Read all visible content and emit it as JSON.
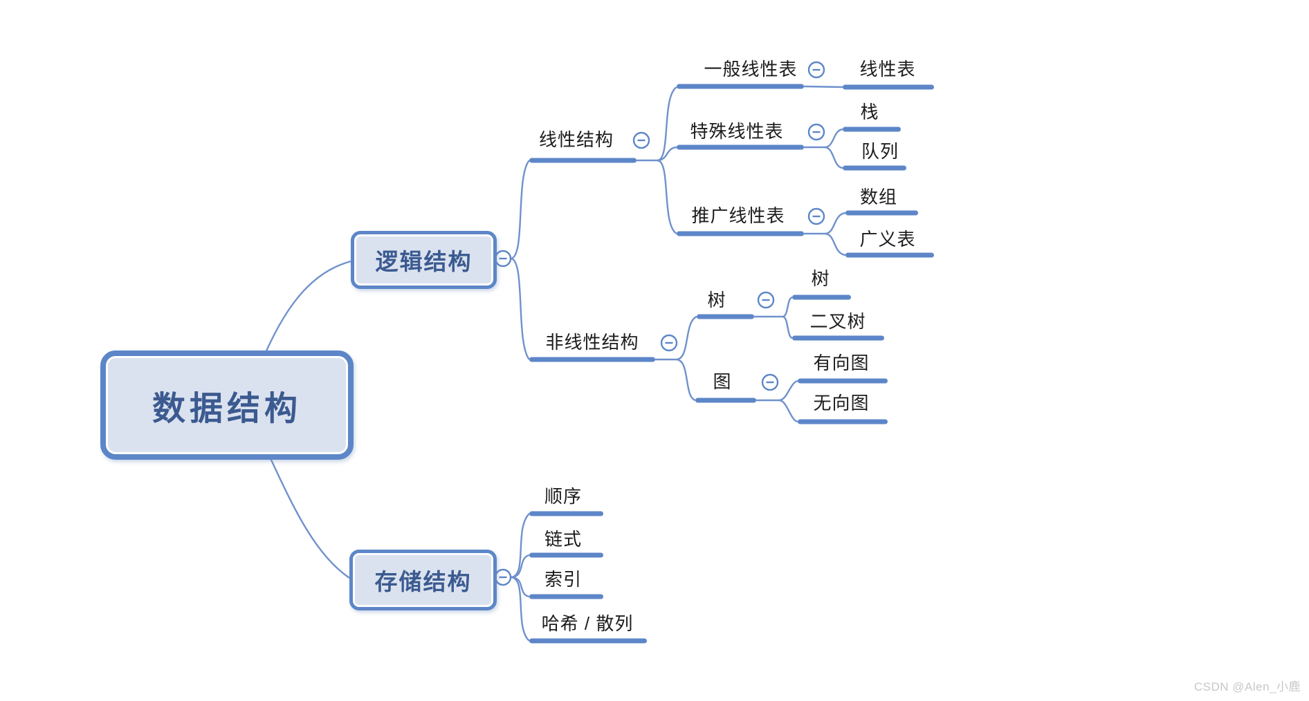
{
  "mindmap": {
    "nodes": {
      "root": {
        "label": "数据结构",
        "children": [
          "logical",
          "storage"
        ]
      },
      "logical": {
        "label": "逻辑结构",
        "children": [
          "linear",
          "nonlinear"
        ]
      },
      "storage": {
        "label": "存储结构",
        "children": [
          "sequential",
          "linked",
          "index",
          "hash"
        ]
      },
      "linear": {
        "label": "线性结构",
        "children": [
          "general_list",
          "special_list",
          "extended_list"
        ]
      },
      "nonlinear": {
        "label": "非线性结构",
        "children": [
          "tree_branch",
          "graph_branch"
        ]
      },
      "general_list": {
        "label": "一般线性表",
        "children": [
          "linear_list"
        ]
      },
      "special_list": {
        "label": "特殊线性表",
        "children": [
          "stack",
          "queue"
        ]
      },
      "extended_list": {
        "label": "推广线性表",
        "children": [
          "array",
          "generalized_list"
        ]
      },
      "linear_list": {
        "label": "线性表",
        "children": []
      },
      "stack": {
        "label": "栈",
        "children": []
      },
      "queue": {
        "label": "队列",
        "children": []
      },
      "array": {
        "label": "数组",
        "children": []
      },
      "generalized_list": {
        "label": "广义表",
        "children": []
      },
      "tree_branch": {
        "label": "树",
        "children": [
          "tree_leaf",
          "binary_tree"
        ]
      },
      "tree_leaf": {
        "label": "树",
        "children": []
      },
      "binary_tree": {
        "label": "二叉树",
        "children": []
      },
      "graph_branch": {
        "label": "图",
        "children": [
          "directed_graph",
          "undirected_graph"
        ]
      },
      "directed_graph": {
        "label": "有向图",
        "children": []
      },
      "undirected_graph": {
        "label": "无向图",
        "children": []
      },
      "sequential": {
        "label": "顺序",
        "children": []
      },
      "linked": {
        "label": "链式",
        "children": []
      },
      "index": {
        "label": "索引",
        "children": []
      },
      "hash": {
        "label": "哈希 / 散列",
        "children": []
      }
    },
    "collapse_icon_glyph": "−"
  },
  "watermark": {
    "label": "CSDN @Alen_小鹿"
  },
  "colors": {
    "bar": "#5d86c8",
    "connector": "#6f91cc",
    "node_fill": "#dbe2ef",
    "node_border": "#5d86c8",
    "node_text": "#3b5a90",
    "label_text": "#1c1c1c",
    "watermark": "#c7c7c7"
  }
}
